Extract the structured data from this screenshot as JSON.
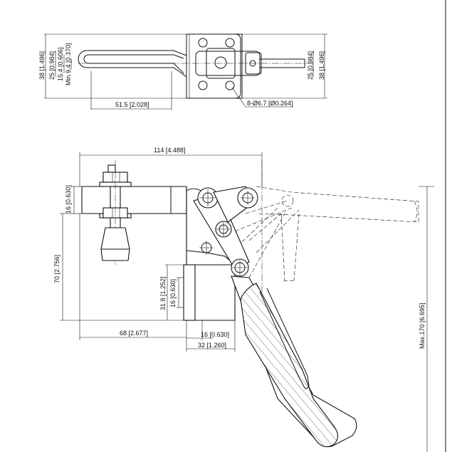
{
  "top_view": {
    "dims": {
      "height_left": "38 [1.496]",
      "handle_width": "25 [0.984]",
      "inner_width": "15.4 [0.606]",
      "min_gap": "Min.9.4 [0.370]",
      "slot_length": "51.5 [2.028]",
      "holes": "8-Ø6.7 [Ø0.264]",
      "right_width": "25 [0.984]",
      "height_right": "38 [1.496]"
    }
  },
  "side_view": {
    "dims": {
      "total_length": "114 [4.488]",
      "arm_thickness": "16 [0.630]",
      "spindle_height": "70 [2.756]",
      "base_height": "31.8 [1.252]",
      "base_inner": "16 [0.630]",
      "base_offset": "68 [2.677]",
      "base_slot": "16 [0.630]",
      "base_width": "32 [1.260]",
      "max_height": "Max.170 [6.695]"
    }
  }
}
